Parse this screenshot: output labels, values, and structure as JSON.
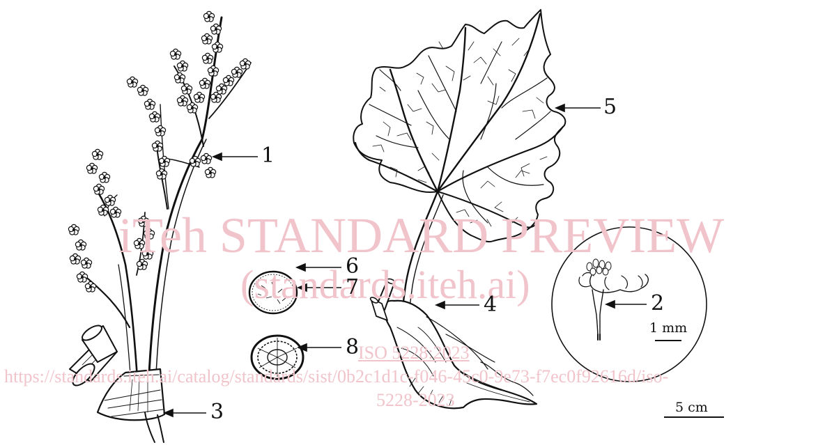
{
  "labels": {
    "l1": "1",
    "l2": "2",
    "l3": "3",
    "l4": "4",
    "l5": "5",
    "l6": "6",
    "l7": "7",
    "l8": "8"
  },
  "scale_bars": {
    "small": "1 mm",
    "large": "5 cm"
  },
  "watermark": {
    "line1": "iTeh STANDARD PREVIEW",
    "line2": "(standards.iteh.ai)",
    "line3": "ISO 5228:2023",
    "line4": "https://standards.iteh.ai/catalog/standards/sist/0b2c1d1c-f046-45c0-9e73-f7ec0f92616d/iso-",
    "line5": "5228-2023"
  },
  "colors": {
    "ink": "#111111",
    "watermark": "#f1c4cb",
    "background": "#ffffff"
  }
}
